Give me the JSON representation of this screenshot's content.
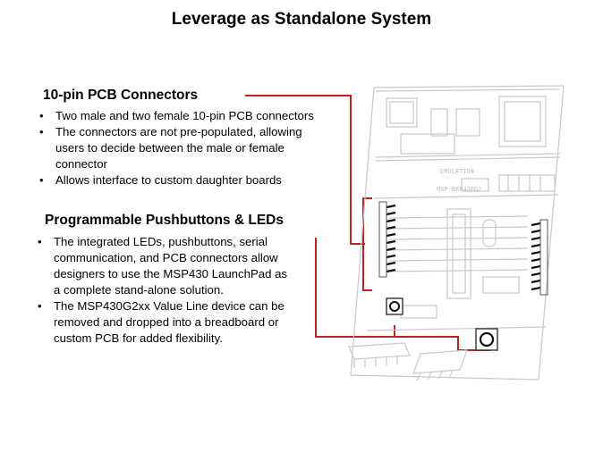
{
  "slide": {
    "title": "Leverage as Standalone System"
  },
  "sections": [
    {
      "heading": "10-pin PCB Connectors",
      "bullets": [
        "Two male and two female 10-pin PCB connectors",
        "The connectors are not pre-populated, allowing users to decide between the male or female connector",
        "Allows interface to custom daughter boards"
      ]
    },
    {
      "heading": "Programmable Pushbuttons & LEDs",
      "bullets": [
        "The integrated LEDs, pushbuttons, serial communication, and PCB connectors allow designers to use the MSP430 LaunchPad as a complete stand-alone solution.",
        "The MSP430G2xx Value Line device can be removed and dropped into a breadboard or custom PCB for added flexibility."
      ]
    }
  ],
  "board": {
    "silkscreen_1": "EMULATION",
    "silkscreen_2": "MSP-EXP430G2",
    "callout_color": "#c0201e"
  }
}
